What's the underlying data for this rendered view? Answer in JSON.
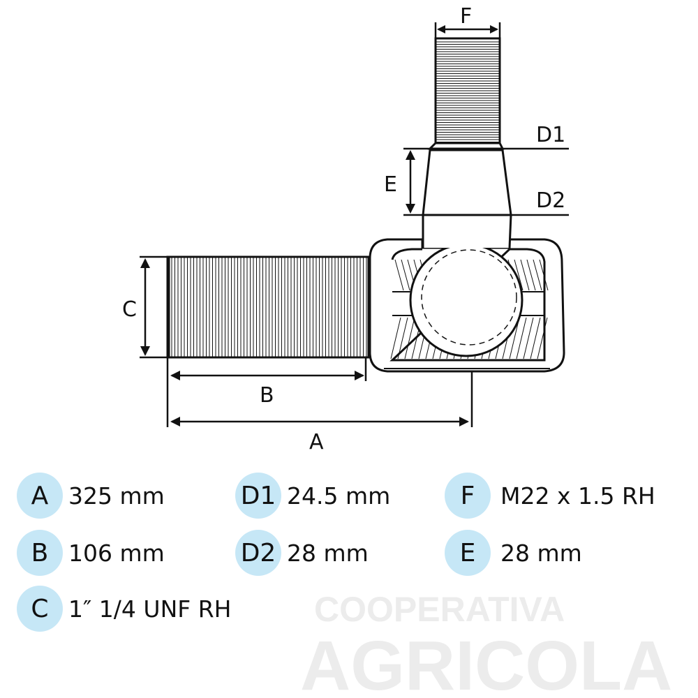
{
  "watermark": {
    "line1": "COOPERATIVA",
    "line2": "AGRICOLA"
  },
  "dimension_labels": {
    "A": "A",
    "B": "B",
    "C": "C",
    "D1": "D1",
    "D2": "D2",
    "E": "E",
    "F": "F"
  },
  "legend": [
    {
      "key": "A",
      "value": "325 mm"
    },
    {
      "key": "D1",
      "value": "24.5 mm"
    },
    {
      "key": "F",
      "value": "M22 x 1.5 RH"
    },
    {
      "key": "B",
      "value": "106 mm"
    },
    {
      "key": "D2",
      "value": "28 mm"
    },
    {
      "key": "E",
      "value": "28 mm"
    },
    {
      "key": "C",
      "value": "1″ 1/4 UNF RH"
    }
  ],
  "colors": {
    "badge": "#c6e7f6",
    "line": "#111111"
  }
}
